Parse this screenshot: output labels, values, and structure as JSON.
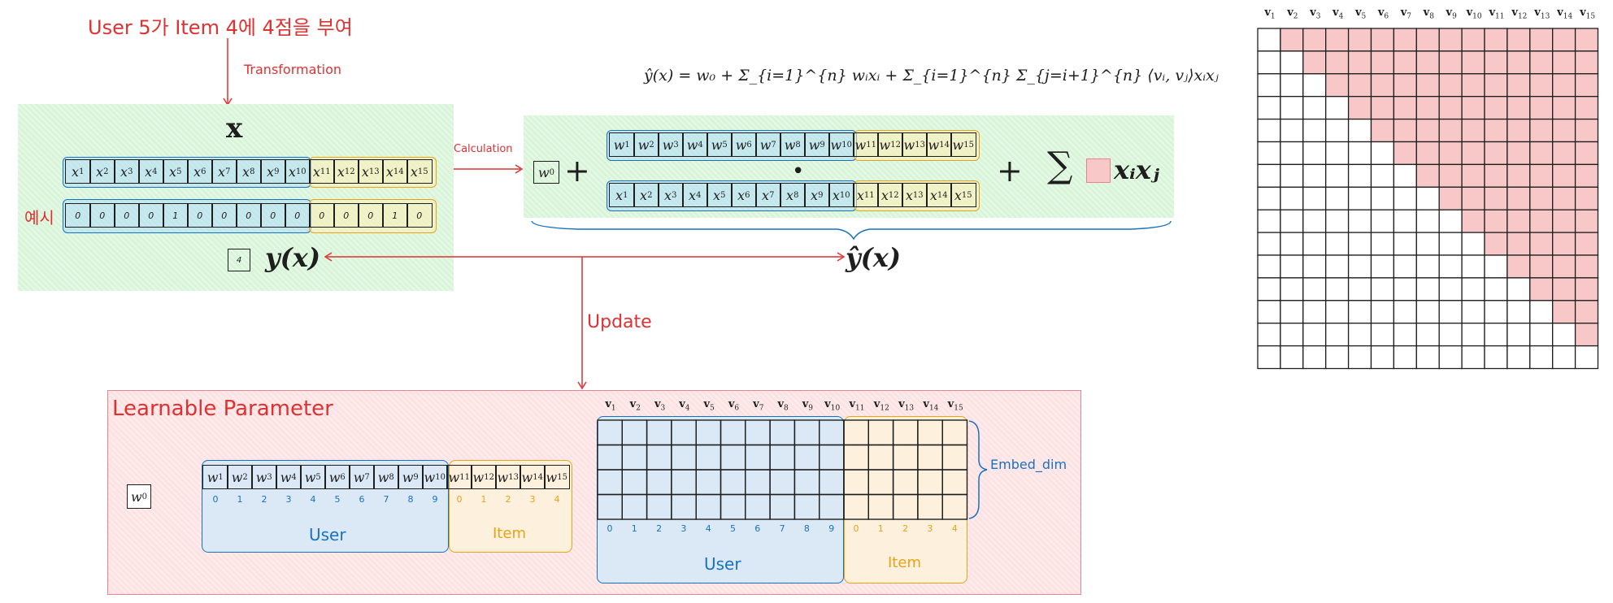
{
  "headline": "User 5가 Item 4에 4점을 부여",
  "transformation_label": "Transformation",
  "calculation_label": "Calculation",
  "update_label": "Update",
  "x_label": "x",
  "example_label": "예시",
  "x_vars": [
    "x",
    "x",
    "x",
    "x",
    "x",
    "x",
    "x",
    "x",
    "x",
    "x",
    "x",
    "x",
    "x",
    "x",
    "x"
  ],
  "x_subs": [
    "1",
    "2",
    "3",
    "4",
    "5",
    "6",
    "7",
    "8",
    "9",
    "10",
    "11",
    "12",
    "13",
    "14",
    "15"
  ],
  "example_values": [
    "0",
    "0",
    "0",
    "0",
    "1",
    "0",
    "0",
    "0",
    "0",
    "0",
    "0",
    "0",
    "0",
    "1",
    "0"
  ],
  "target_value": "4",
  "y_label": "y(x)",
  "formula": "ŷ(x) = w₀ + Σ_{i=1}^{n} wᵢxᵢ + Σ_{i=1}^{n} Σ_{j=i+1}^{n} ⟨vᵢ, vⱼ⟩xᵢxⱼ",
  "w0_label": "w",
  "w0_sub": "0",
  "w_var": "w",
  "plus_sign": "+",
  "dot_sign": "•",
  "sum_sign": "∑",
  "xixj_label": "xᵢxⱼ",
  "yhat_label": "ŷ(x)",
  "learnable_title": "Learnable Parameter",
  "user_label": "User",
  "item_label": "Item",
  "embed_dim_label": "Embed_dim",
  "user_indices": [
    "0",
    "1",
    "2",
    "3",
    "4",
    "5",
    "6",
    "7",
    "8",
    "9"
  ],
  "item_indices": [
    "0",
    "1",
    "2",
    "3",
    "4"
  ],
  "v_var": "v",
  "interaction_matrix": {
    "size": 15,
    "highlight": "upper-triangle",
    "highlight_color": "#f8c8c9"
  },
  "embed_grid": {
    "rows": 4,
    "cols": 15
  },
  "colors": {
    "red": "#e03131",
    "blue": "#1971c2",
    "orange": "#e8a317",
    "green_bg": "#d9f5d9",
    "red_bg": "#fde2e4",
    "user_fill": "#dbe9f7",
    "item_fill": "#fdf0dc"
  }
}
